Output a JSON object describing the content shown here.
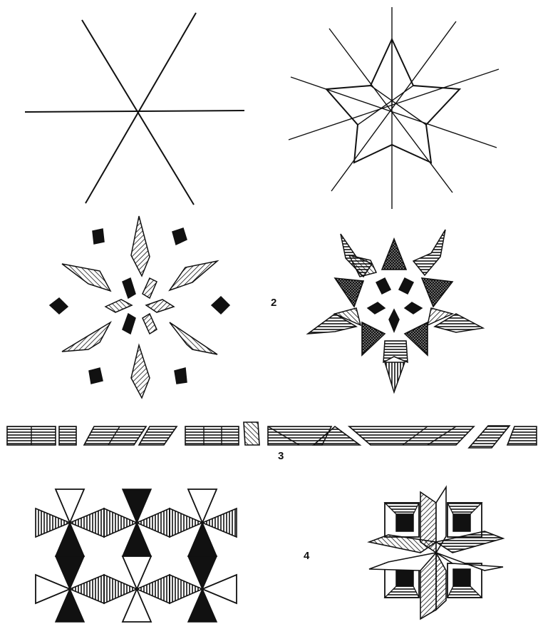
{
  "figure_numbers": {
    "fig2": "2",
    "fig3": "3",
    "fig4": "4"
  },
  "colors": {
    "ink": "#111111",
    "paper": "#ffffff"
  }
}
